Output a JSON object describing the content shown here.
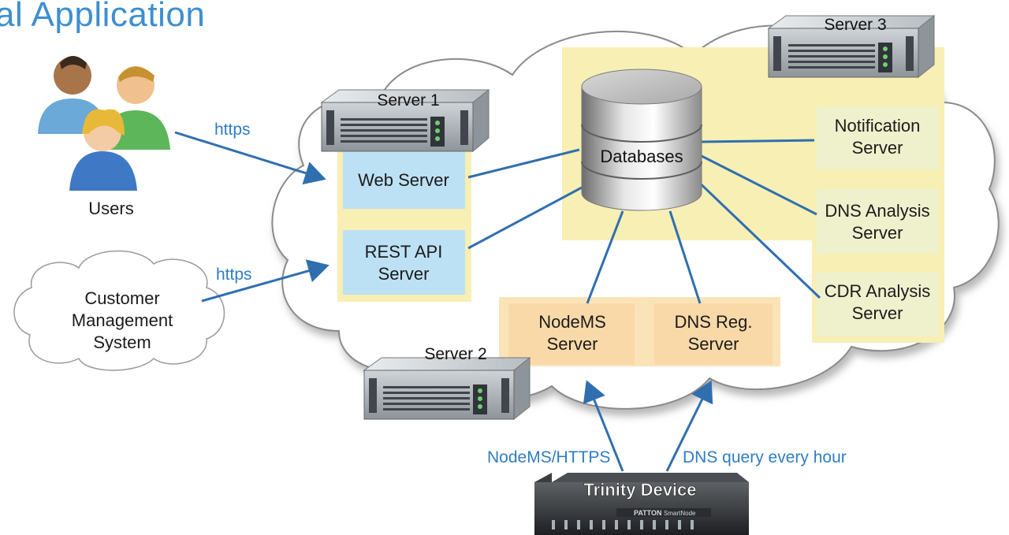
{
  "title": "al Application",
  "actors": {
    "users": "Users",
    "cms": [
      "Customer",
      "Management",
      "System"
    ]
  },
  "servers": {
    "server1": "Server 1",
    "server2": "Server 2",
    "server3": "Server 3"
  },
  "databases": "Databases",
  "components": {
    "web_server": "Web Server",
    "rest_api": [
      "REST API",
      "Server"
    ],
    "nodems": [
      "NodeMS",
      "Server"
    ],
    "dns_reg": [
      "DNS Reg.",
      "Server"
    ],
    "notification": [
      "Notification",
      "Server"
    ],
    "dns_analysis": [
      "DNS Analysis",
      "Server"
    ],
    "cdr_analysis": [
      "CDR Analysis",
      "Server"
    ]
  },
  "connections": {
    "https_users": "https",
    "https_cms": "https",
    "nodems_https": "NodeMS/HTTPS",
    "dns_query": "DNS query every hour"
  },
  "device": {
    "name": "Trinity Device",
    "brand": "PATTON",
    "model": "SmartNode"
  },
  "colors": {
    "title": "#3d8fd0",
    "arrow": "#2f6fb0",
    "server1_zone": "#f7efb4",
    "server3_zone": "#f7efb4",
    "server2_zone": "#fbe3b8",
    "blue_box": "#bde1f4",
    "orange_box": "#fad9a8",
    "green_box": "#eef1cc"
  }
}
